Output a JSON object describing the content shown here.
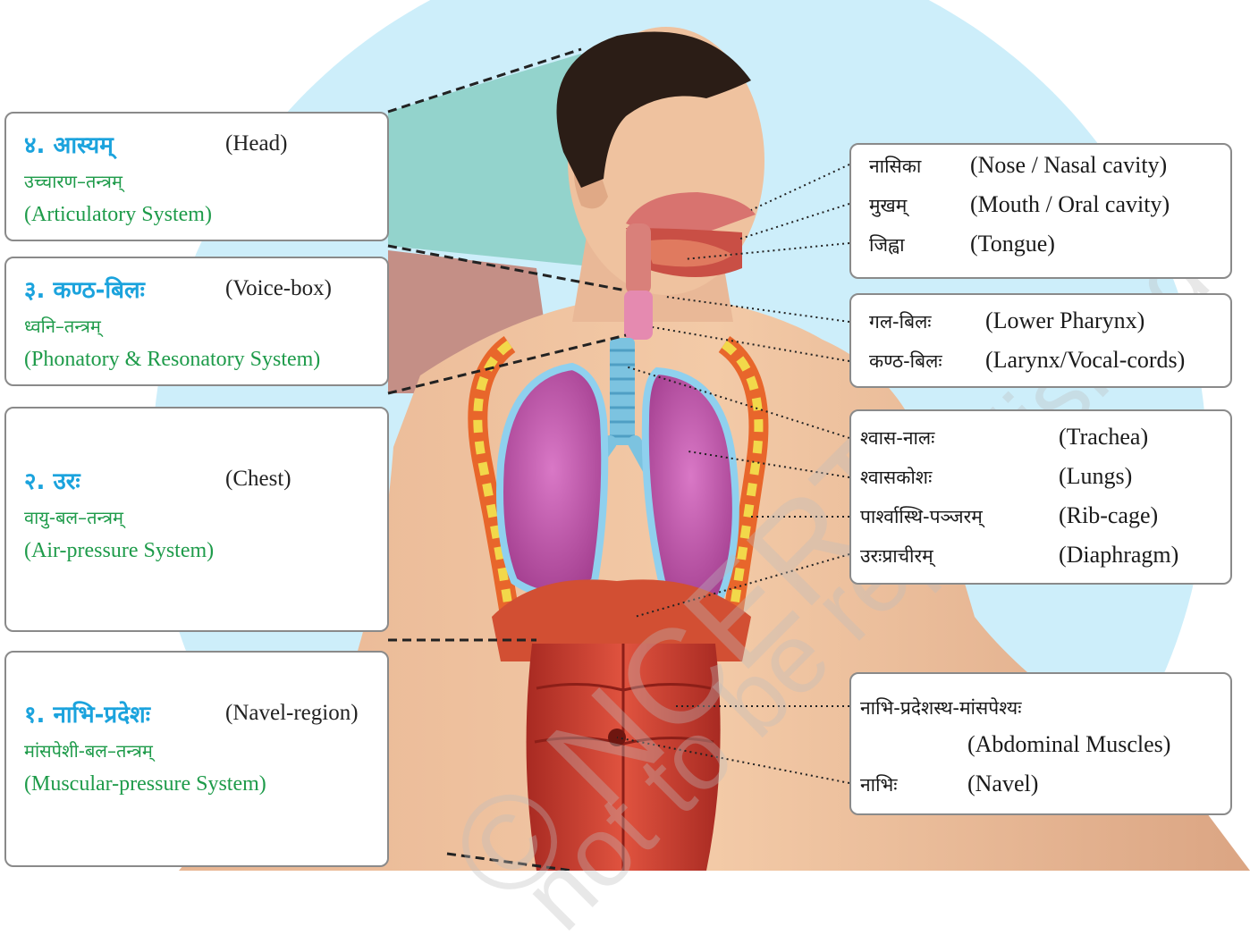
{
  "left_boxes": [
    {
      "number_title": "४. आस्यम्",
      "english": "(Head)",
      "system_skt": "उच्चारण–तन्त्रम्",
      "system_en": "(Articulatory System)"
    },
    {
      "number_title": "३. कण्ठ-बिलः",
      "english": "(Voice-box)",
      "system_skt": "ध्वनि–तन्त्रम्",
      "system_en": "(Phonatory & Resonatory System)"
    },
    {
      "number_title": "२. उरः",
      "english": "(Chest)",
      "system_skt": "वायु-बल–तन्त्रम्",
      "system_en": "(Air-pressure System)"
    },
    {
      "number_title": "१. नाभि-प्रदेशः",
      "english": "(Navel-region)",
      "system_skt": "मांसपेशी-बल–तन्त्रम्",
      "system_en": "(Muscular-pressure System)"
    }
  ],
  "right_boxes": [
    {
      "items": [
        {
          "skt": "नासिका",
          "en": "(Nose / Nasal cavity)"
        },
        {
          "skt": "मुखम्",
          "en": "(Mouth / Oral cavity)"
        },
        {
          "skt": "जिह्वा",
          "en": "(Tongue)"
        }
      ]
    },
    {
      "items": [
        {
          "skt": "गल-बिलः",
          "en": "(Lower Pharynx)"
        },
        {
          "skt": "कण्ठ-बिलः",
          "en": "(Larynx/Vocal-cords)"
        }
      ]
    },
    {
      "items": [
        {
          "skt": "श्वास-नालः",
          "en": "(Trachea)"
        },
        {
          "skt": "श्वासकोशः",
          "en": "(Lungs)"
        },
        {
          "skt": "पार्श्वास्थि-पञ्जरम्",
          "en": "(Rib-cage)"
        },
        {
          "skt": "उरःप्राचीरम्",
          "en": "(Diaphragm)"
        }
      ]
    },
    {
      "items": [
        {
          "skt": "नाभि-प्रदेशस्थ-मांसपेश्यः",
          "en": "(Abdominal Muscles)"
        },
        {
          "skt": "नाभिः",
          "en": "(Navel)"
        }
      ]
    }
  ],
  "watermark": {
    "line1": "© NCERT",
    "line2": "not to be republished"
  },
  "colors": {
    "number": "#1ba3dd",
    "system": "#1e9b4a",
    "circle": "#cdeefa",
    "muscle": "#c0342a",
    "lung": "#c558a8"
  }
}
